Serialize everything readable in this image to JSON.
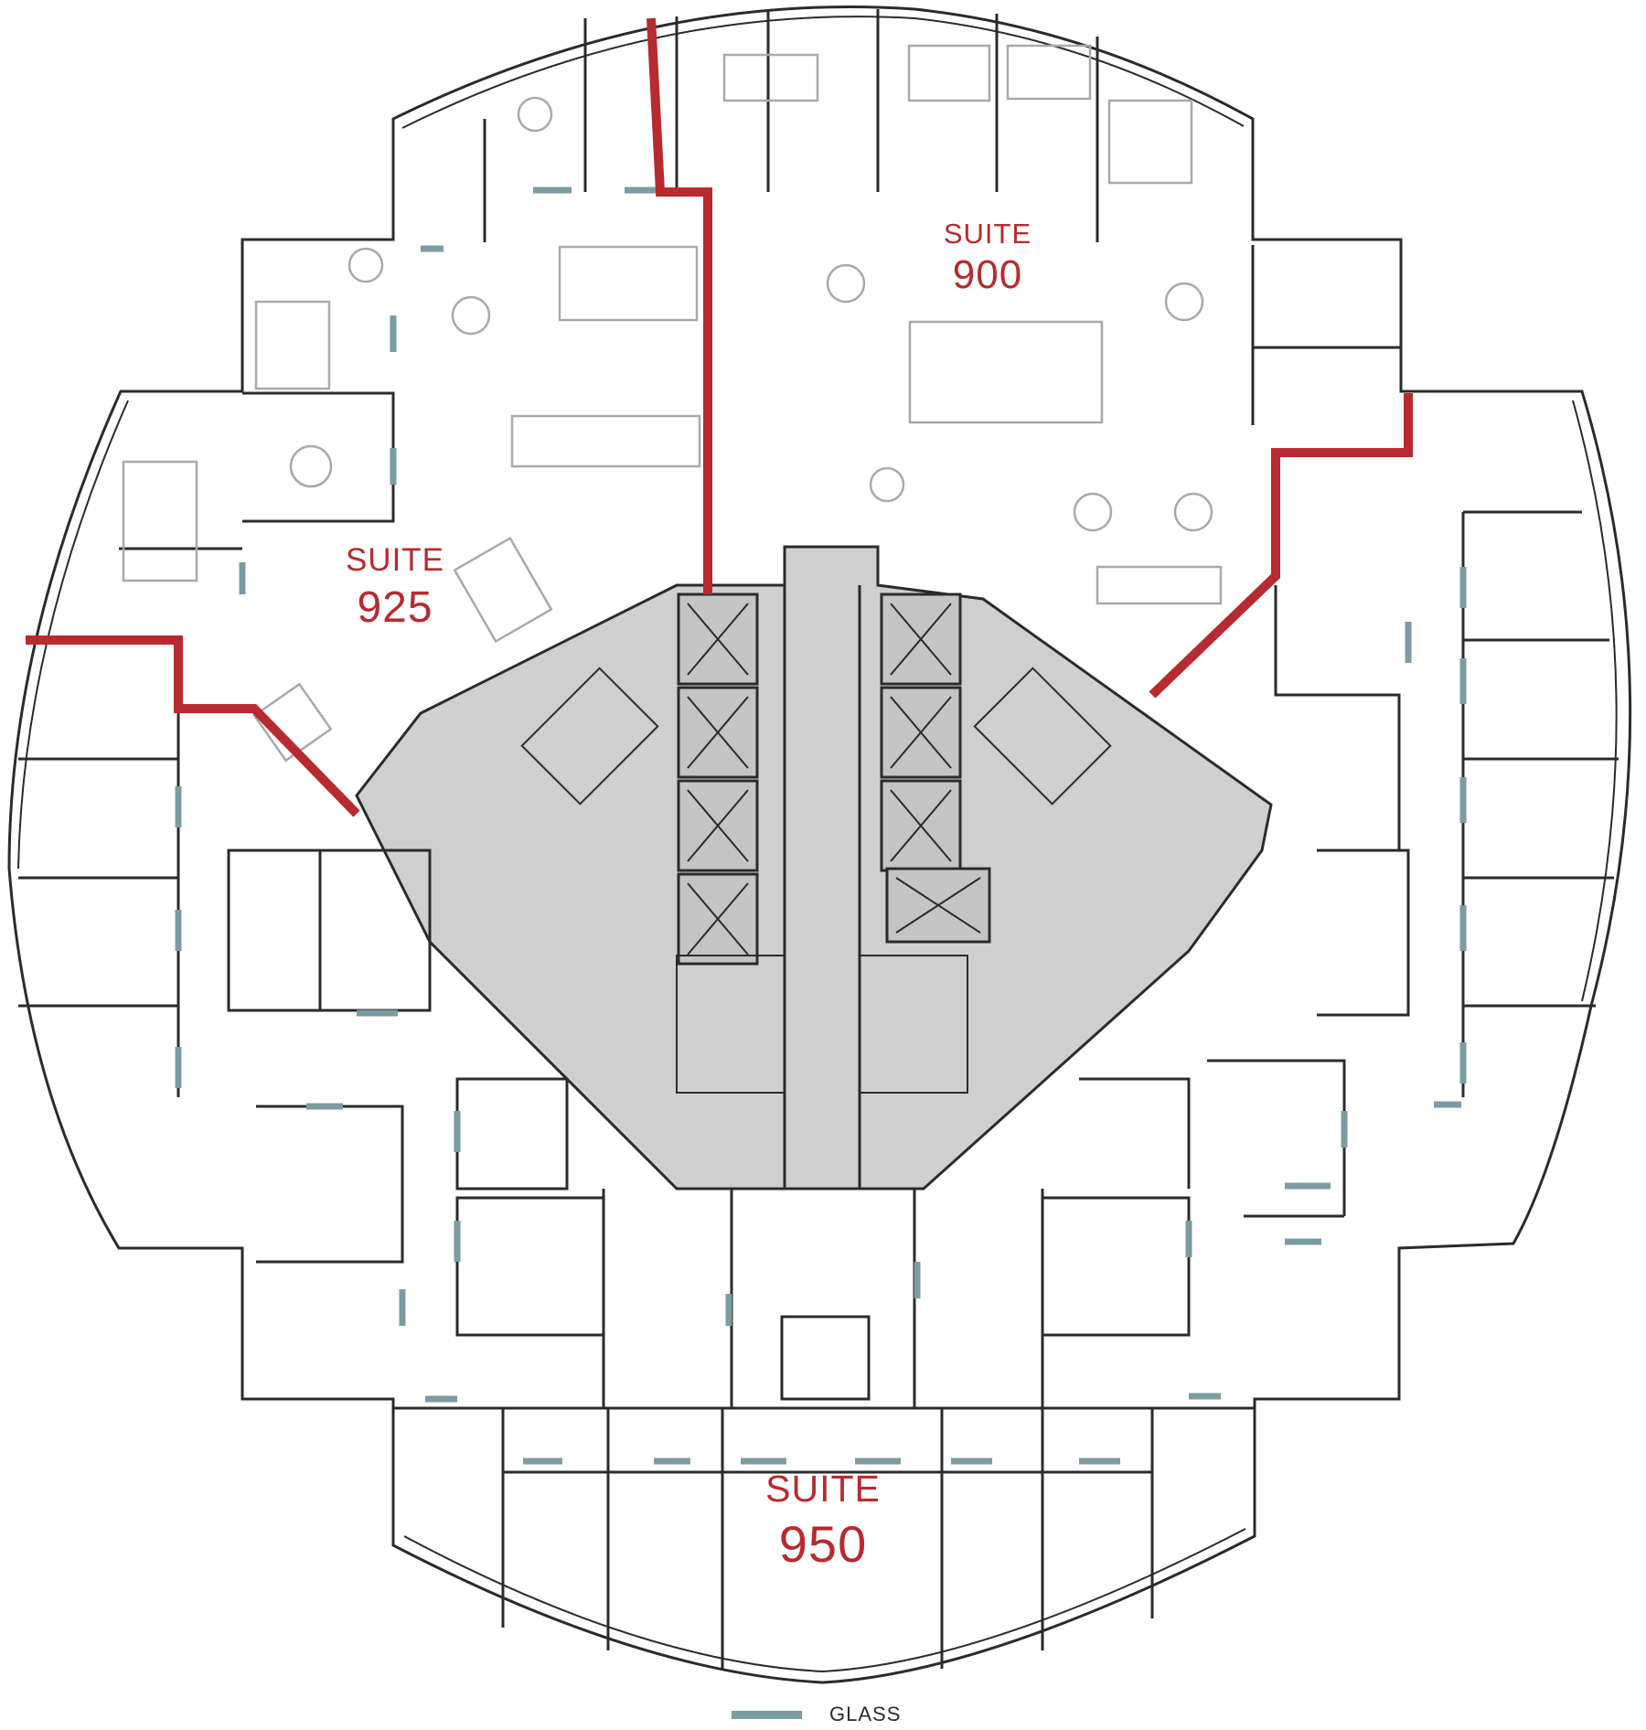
{
  "suites": {
    "s900": {
      "word": "SUITE",
      "number": "900"
    },
    "s925": {
      "word": "SUITE",
      "number": "925"
    },
    "s950": {
      "word": "SUITE",
      "number": "950"
    }
  },
  "legend": {
    "glass_label": "GLASS",
    "glass_color": "#7b9ca1"
  },
  "colors": {
    "suite_border": "#b72a2f",
    "core_fill": "#cfcfcf",
    "wall": "#2b2b2b",
    "furniture": "#a9a9a9"
  }
}
